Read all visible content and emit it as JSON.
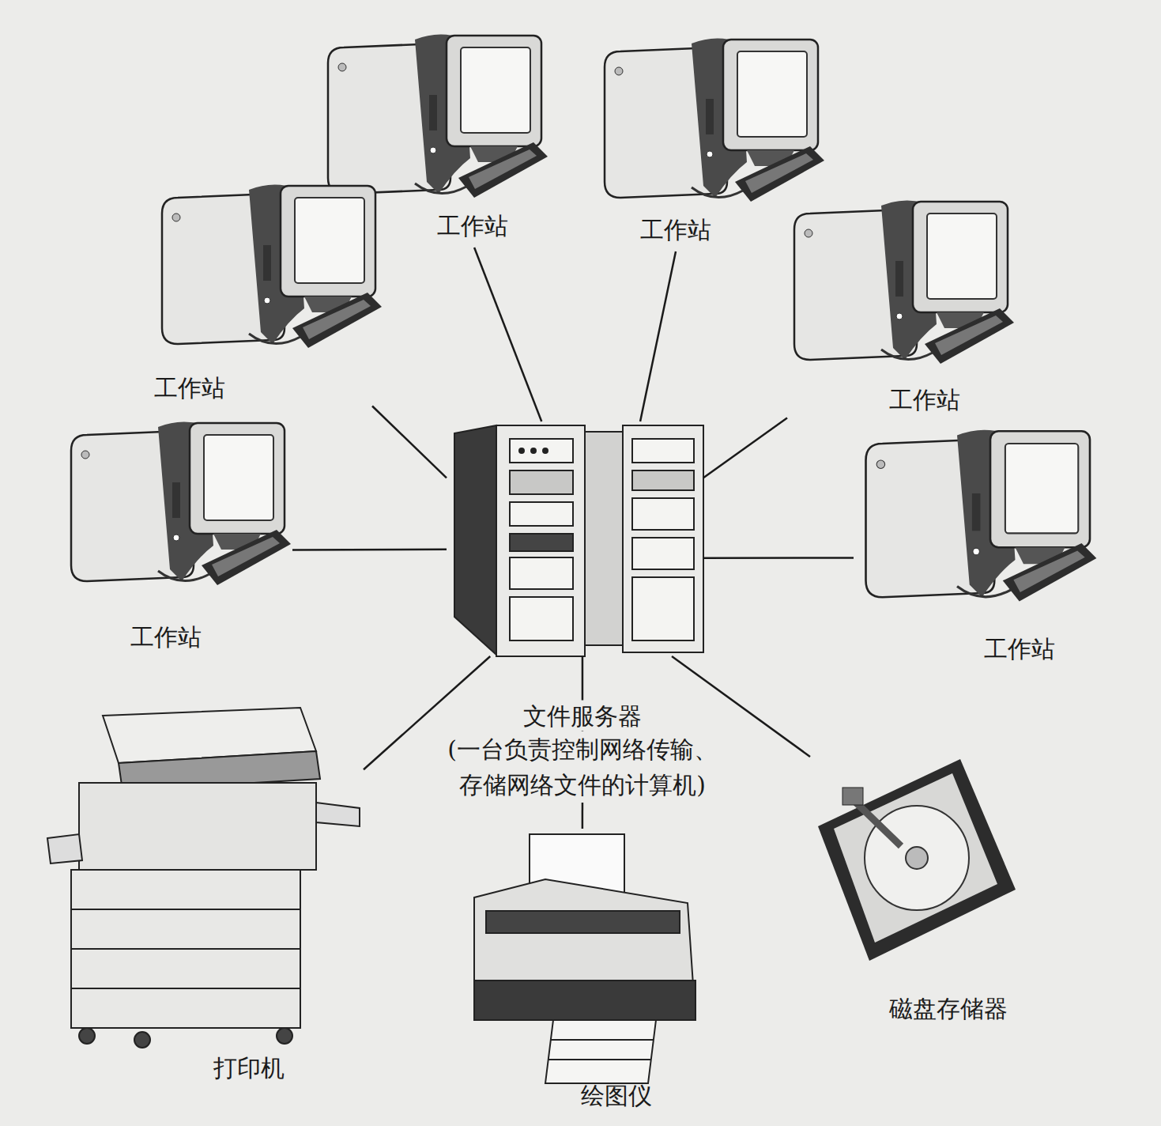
{
  "diagram": {
    "nodes": [
      {
        "text": [
          "工作站"
        ]
      },
      {
        "text": [
          "工作站"
        ]
      },
      {
        "text": [
          "工作站"
        ]
      },
      {
        "text": [
          "工作站"
        ]
      },
      {
        "text": [
          "工作站"
        ]
      },
      {
        "text": [
          "工作站"
        ]
      },
      {
        "text": [
          "文件服务器",
          "(一台负责控制网络传输、 存储网络文件的计算机)"
        ]
      },
      {
        "text": [
          "打印机"
        ]
      },
      {
        "text": [
          "绘图仪"
        ]
      },
      {
        "text": [
          "磁盘存储器"
        ]
      }
    ],
    "edges": [
      {
        "from": 6,
        "to": 0,
        "arrow": "none"
      },
      {
        "from": 6,
        "to": 1,
        "arrow": "none"
      },
      {
        "from": 6,
        "to": 2,
        "arrow": "none"
      },
      {
        "from": 6,
        "to": 3,
        "arrow": "none"
      },
      {
        "from": 6,
        "to": 4,
        "arrow": "none"
      },
      {
        "from": 6,
        "to": 5,
        "arrow": "none"
      },
      {
        "from": 6,
        "to": 7,
        "arrow": "none"
      },
      {
        "from": 6,
        "to": 8,
        "arrow": "none"
      },
      {
        "from": 6,
        "to": 9,
        "arrow": "none"
      }
    ]
  }
}
